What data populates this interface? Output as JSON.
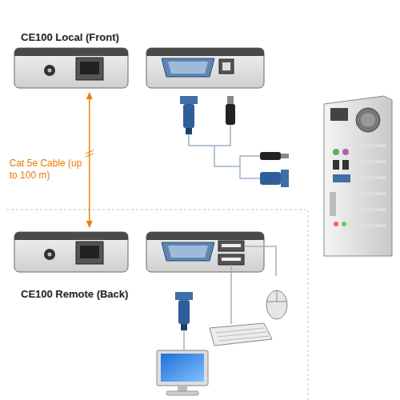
{
  "diagram": {
    "nodes": [
      {
        "text": [
          "CE100 Local (Front)"
        ]
      },
      {
        "text": [
          "CE100 Remote (Back)"
        ]
      }
    ],
    "edges": [
      {
        "from": 0,
        "to": 1,
        "arrow": "both",
        "label": "Cat 5e Cable (up to 100 m)"
      }
    ]
  }
}
